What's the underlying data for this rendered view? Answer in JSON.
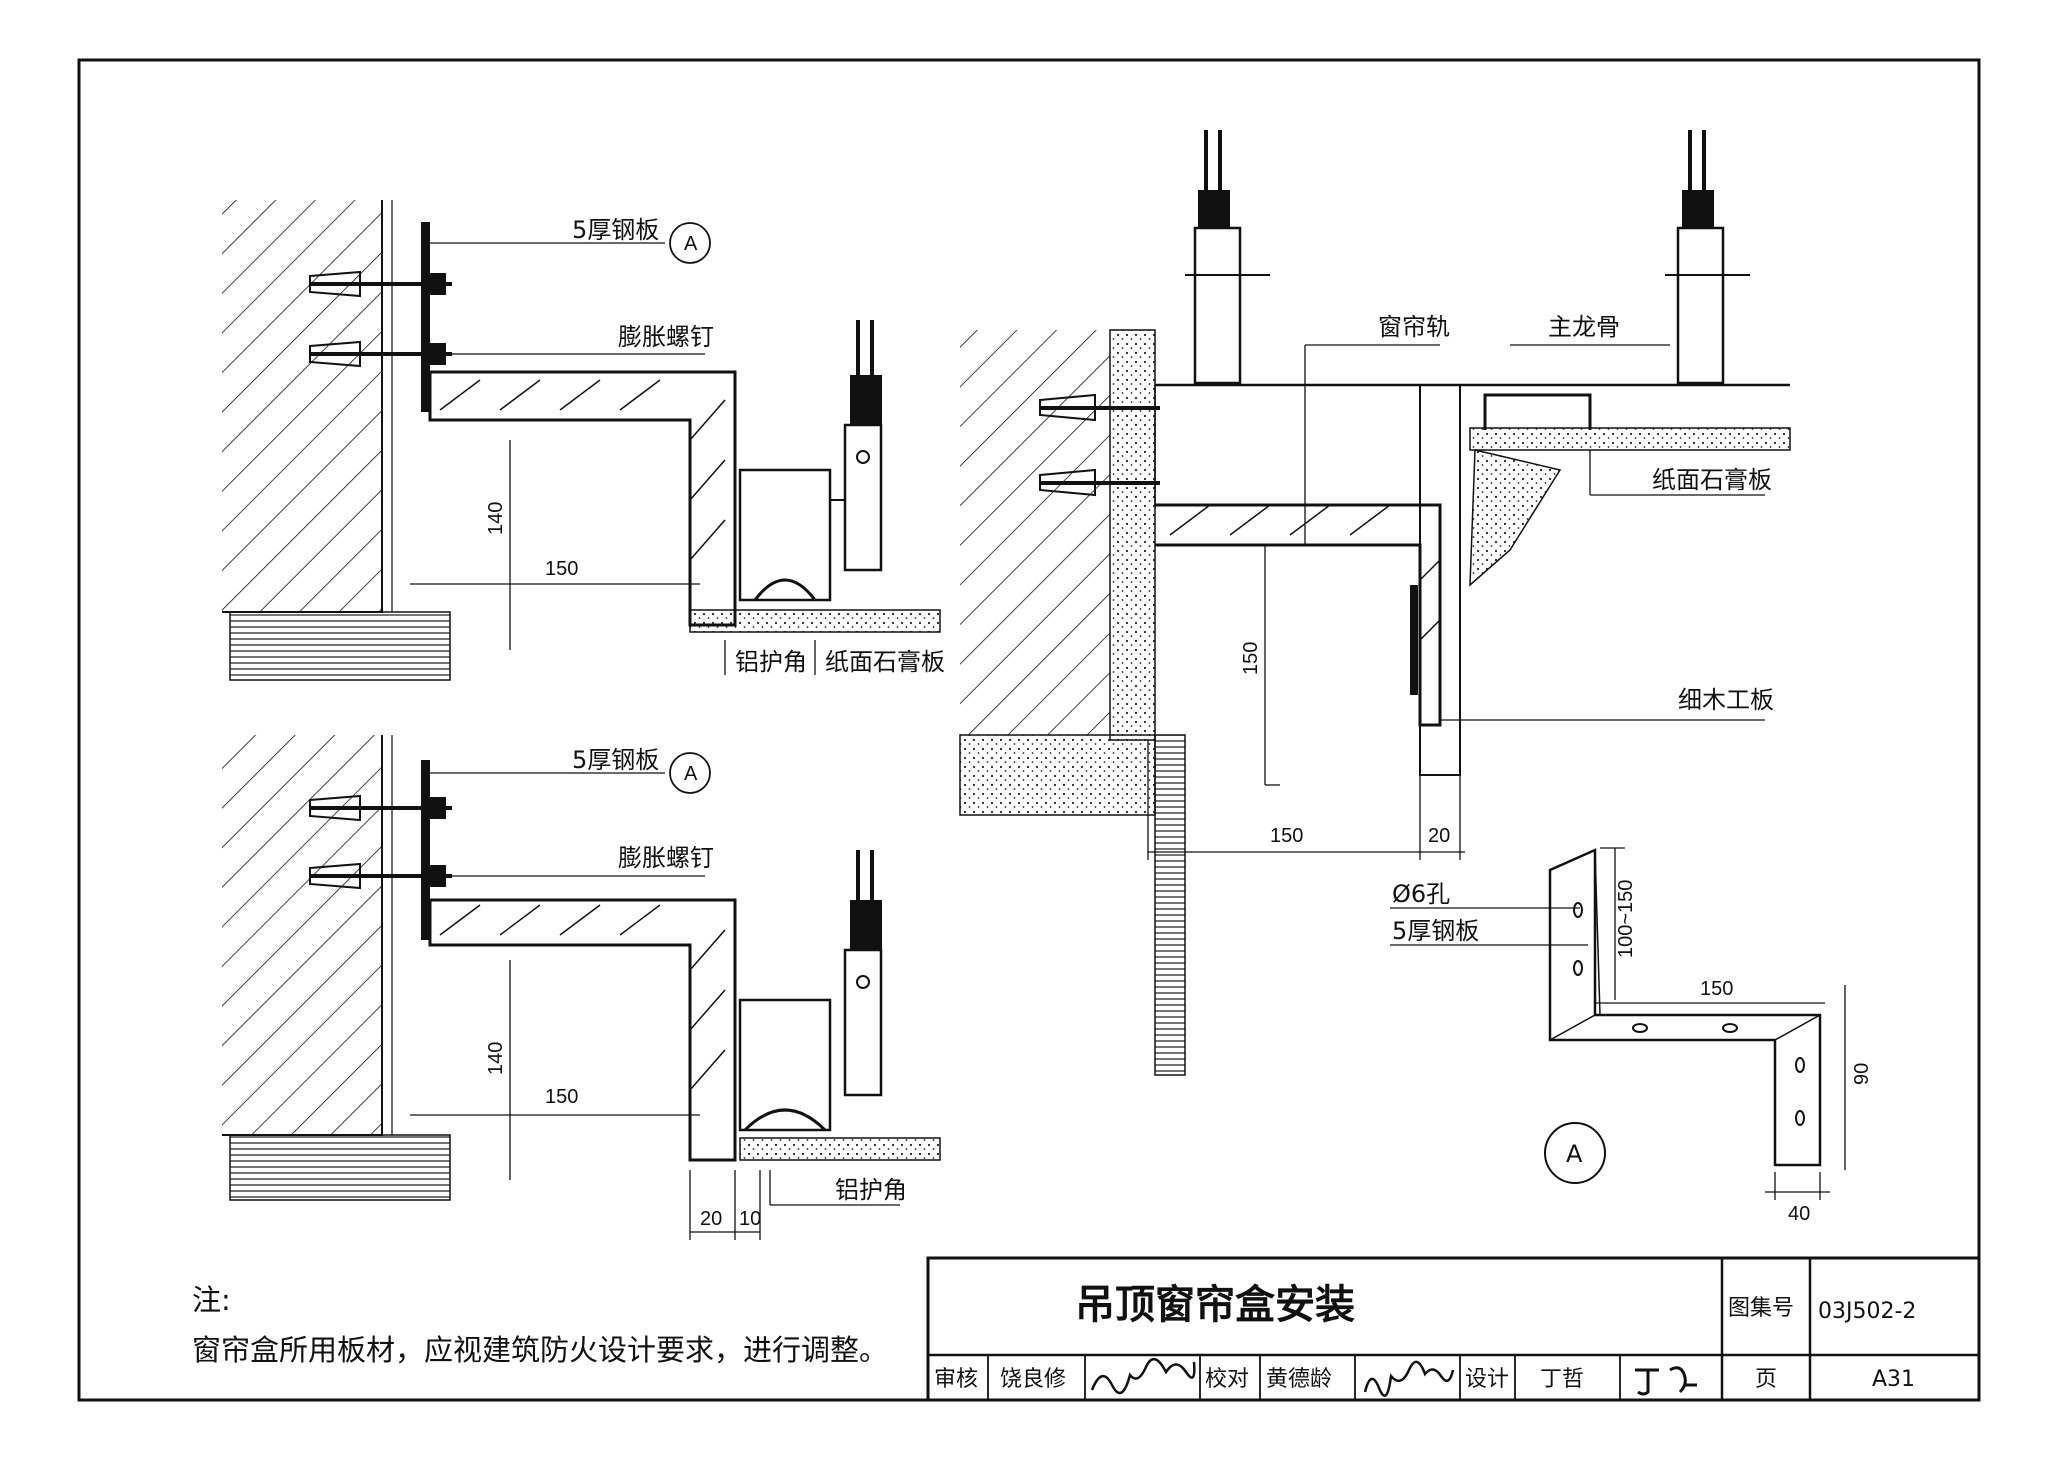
{
  "labels": {
    "steel_plate": "5厚钢板",
    "expansion_bolt": "膨胀螺钉",
    "aluminum_corner": "铝护角",
    "gypsum_board": "纸面石膏板",
    "curtain_rail": "窗帘轨",
    "main_keel": "主龙骨",
    "fine_wood_board": "细木工板",
    "hole": "Ø6孔",
    "callout_a": "A"
  },
  "dims": {
    "d140": "140",
    "d150": "150",
    "d20": "20",
    "d10": "10",
    "d100_150": "100~150",
    "d90": "90",
    "d40": "40"
  },
  "note": {
    "heading": "注:",
    "text": "窗帘盒所用板材，应视建筑防火设计要求，进行调整。"
  },
  "title_block": {
    "title": "吊顶窗帘盒安装",
    "atlas_label": "图集号",
    "atlas_no": "03J502-2",
    "review_label": "审核",
    "reviewer": "饶良修",
    "check_label": "校对",
    "checker": "黄德龄",
    "design_label": "设计",
    "designer": "丁哲",
    "page_label": "页",
    "page_no": "A31"
  }
}
